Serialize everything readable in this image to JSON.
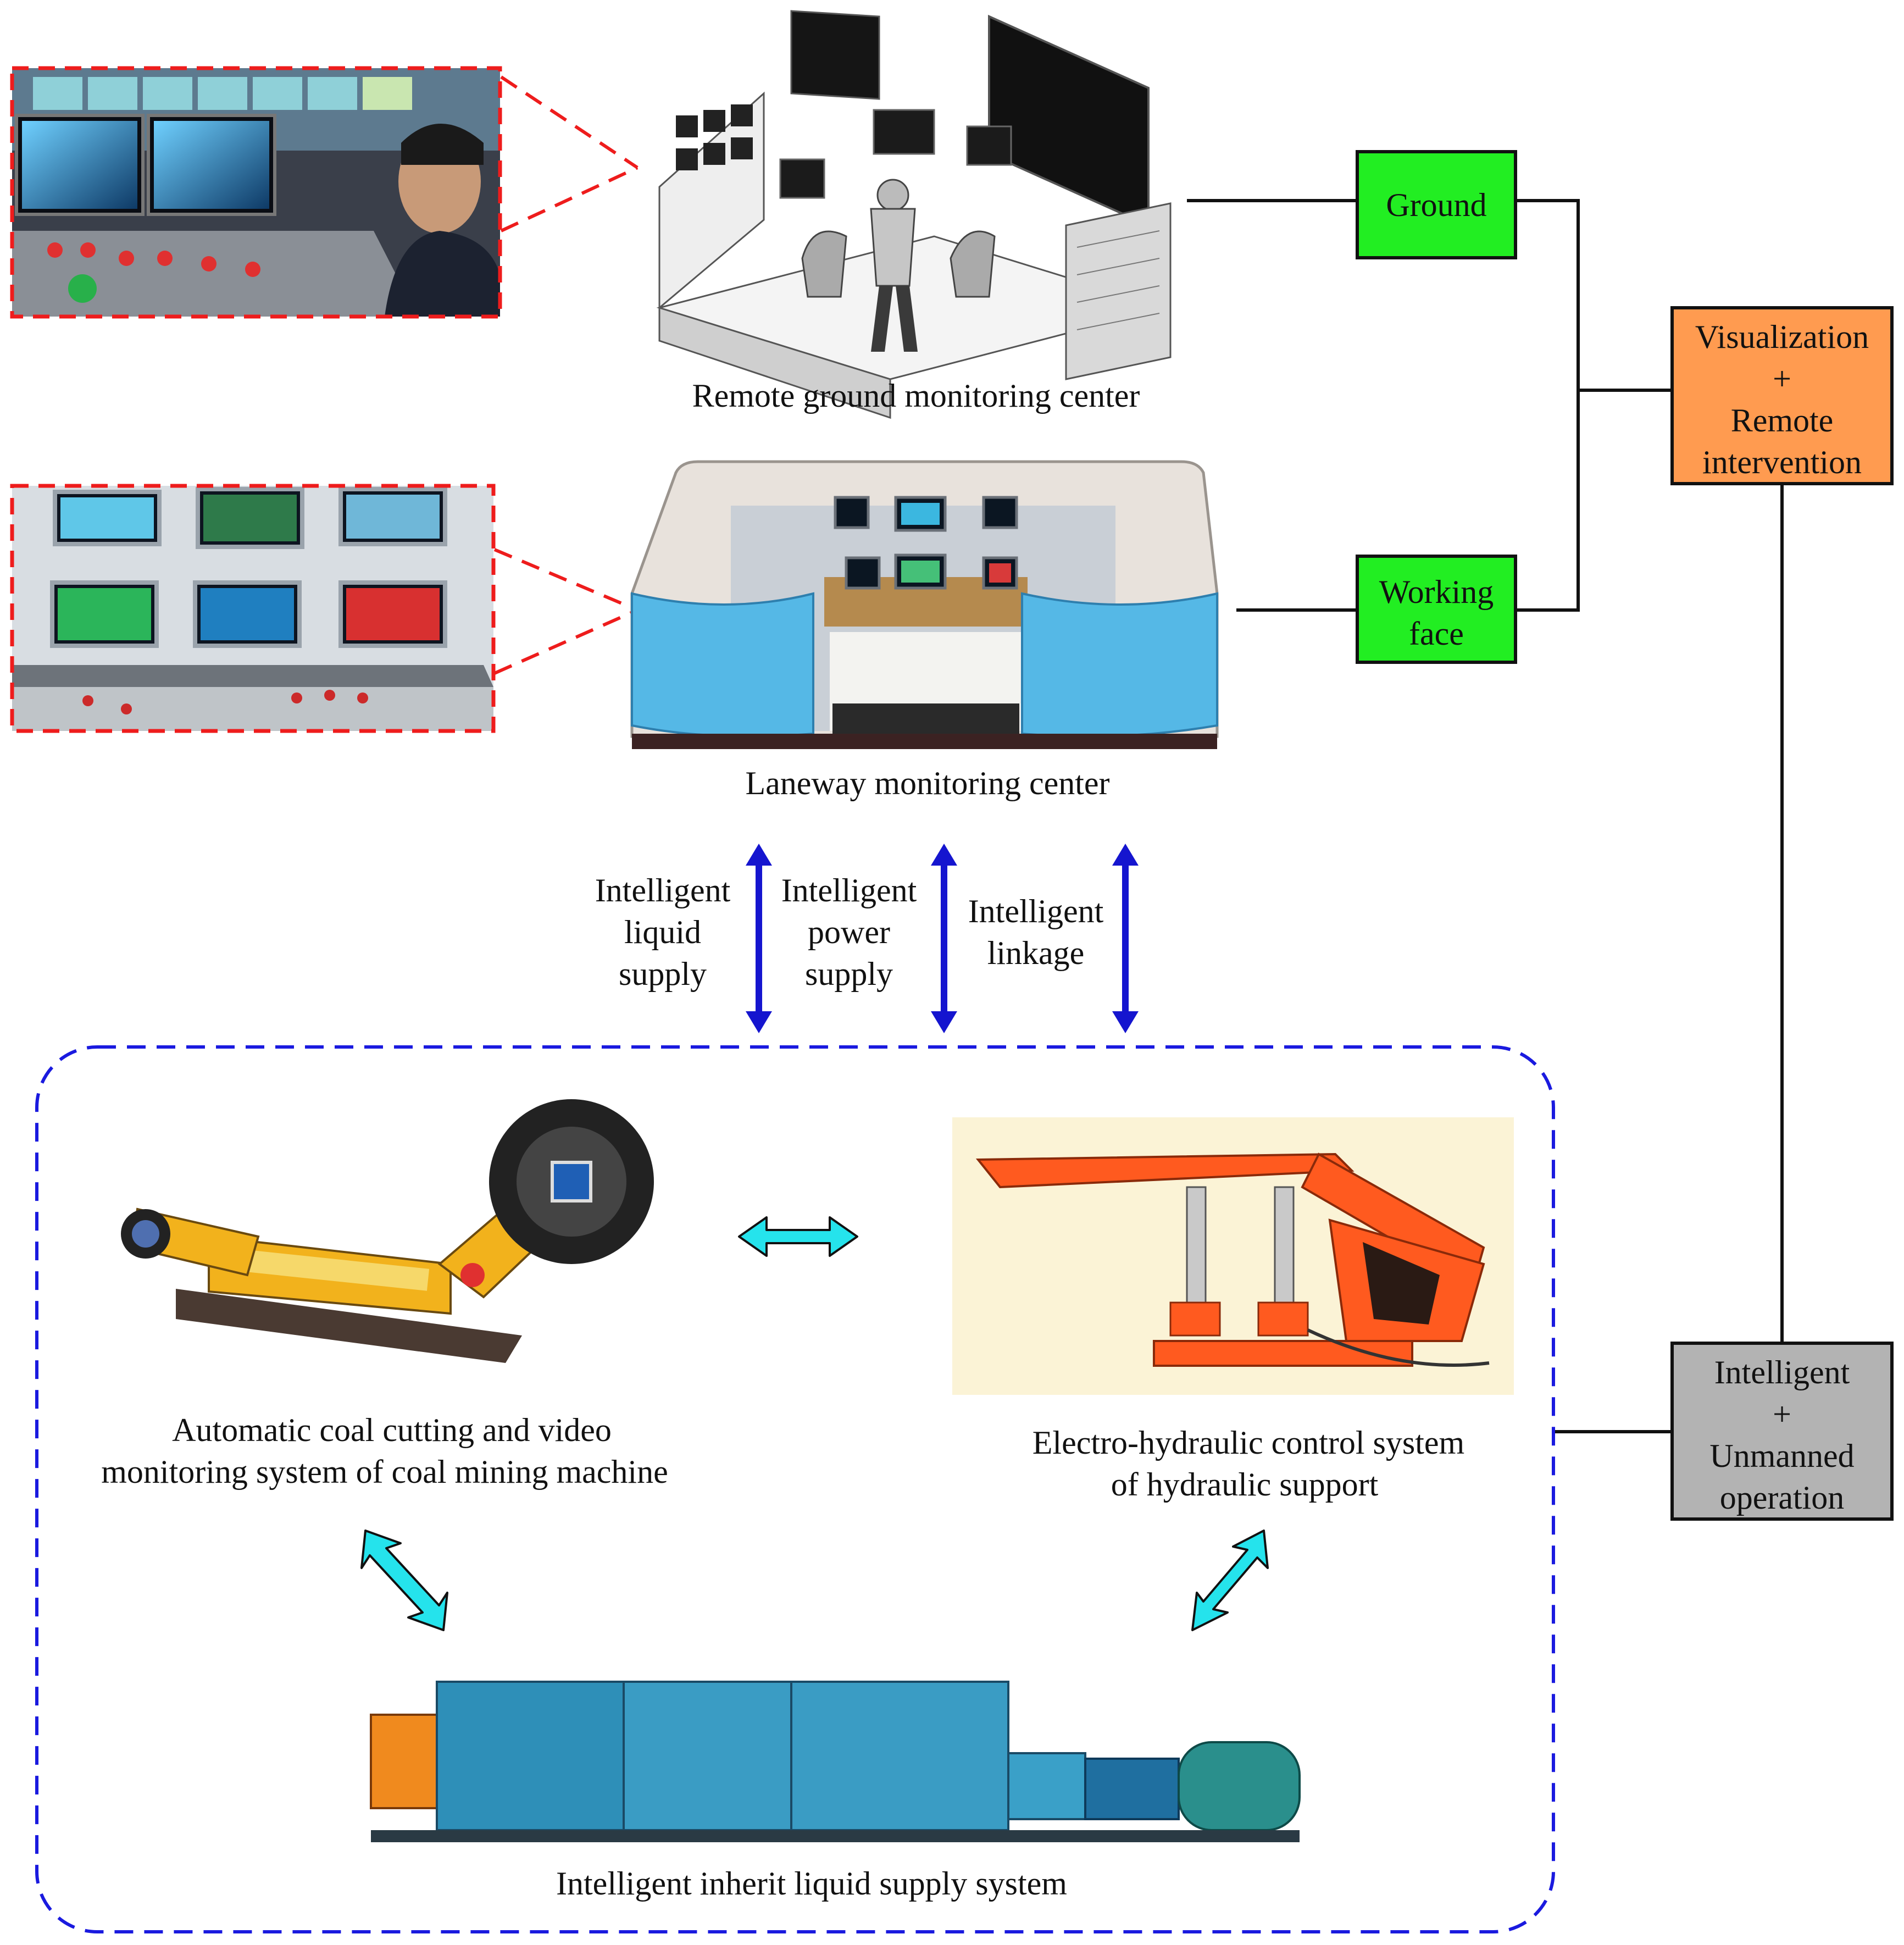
{
  "captions": {
    "remote_ground": "Remote ground monitoring center",
    "laneway": "Laneway monitoring center",
    "coal_mining_line1": "Automatic coal cutting and video",
    "coal_mining_line2": "monitoring system of coal mining machine",
    "electro_line1": "Electro-hydraulic control system",
    "electro_line2": "of hydraulic support",
    "liquid_system": "Intelligent inherit liquid supply system"
  },
  "arrows": {
    "liquid": [
      "Intelligent",
      "liquid",
      "supply"
    ],
    "power": [
      "Intelligent",
      "power",
      "supply"
    ],
    "linkage": [
      "Intelligent",
      "linkage"
    ]
  },
  "boxes": {
    "ground": {
      "label": "Ground",
      "color": "#22ee22"
    },
    "working_face": {
      "lines": [
        "Working",
        "face"
      ],
      "color": "#22ee22"
    },
    "visualization": {
      "lines": [
        "Visualization",
        "+",
        "Remote",
        "intervention"
      ],
      "color": "#ff9b50"
    },
    "intelligent": {
      "lines": [
        "Intelligent",
        "+",
        "Unmanned",
        "operation"
      ],
      "color": "#b3b3b3"
    }
  },
  "colors": {
    "callout_dash": "#ee1c1c",
    "group_dash": "#1a1adf",
    "arrow_blue": "#1515cf",
    "arrow_cyan": "#25e3ec",
    "machine_yellow": "#f2b21c",
    "support_orange": "#ff5a1f",
    "equipment_teal": "#2e8fb8"
  }
}
